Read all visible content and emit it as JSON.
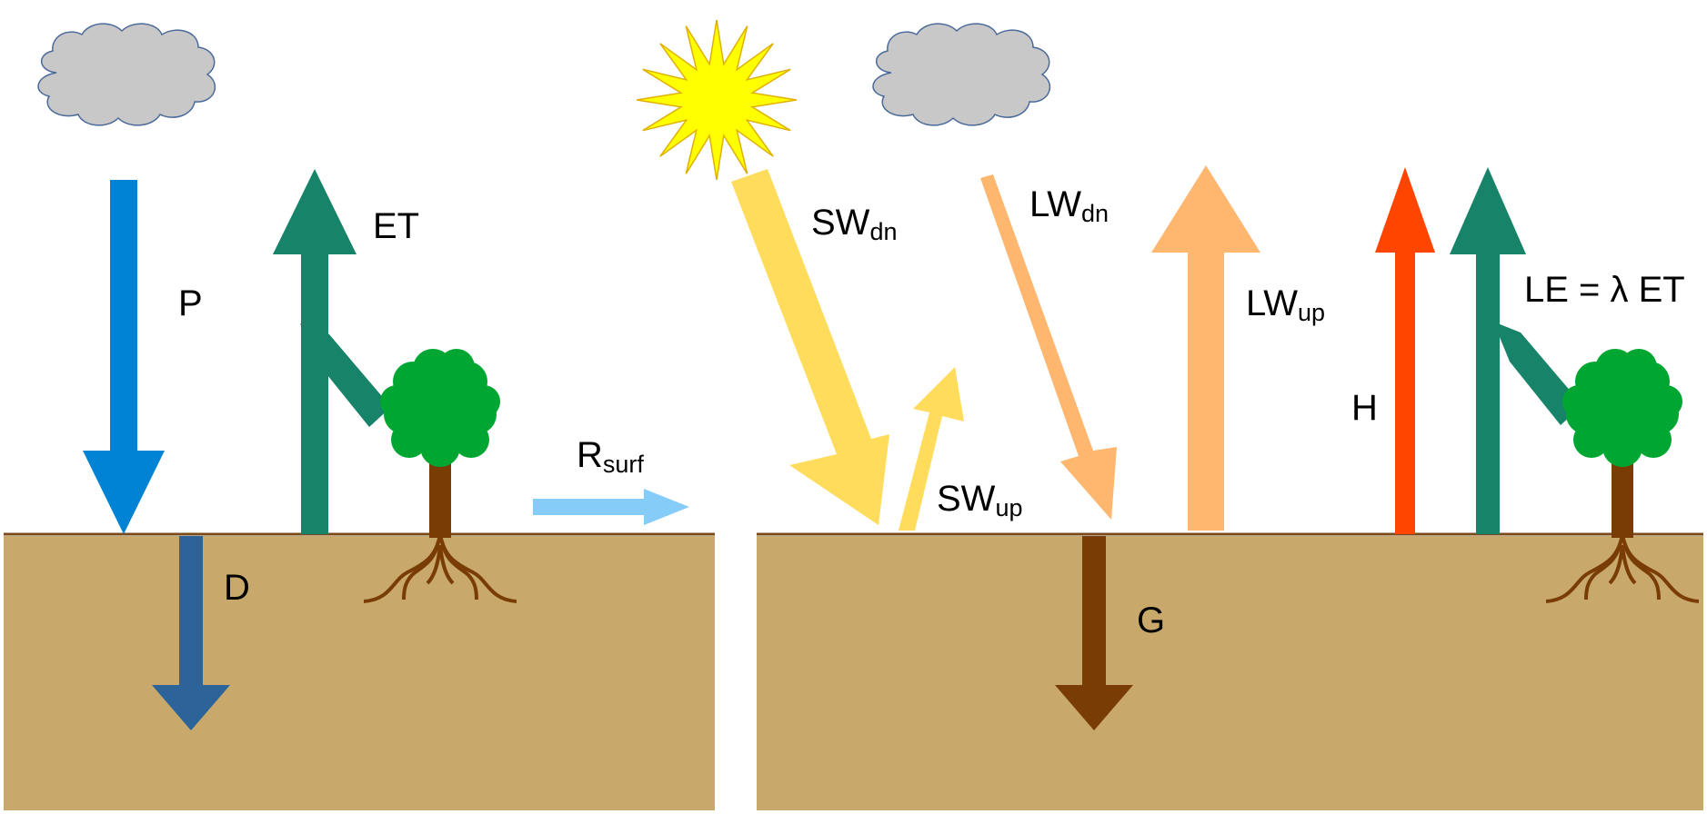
{
  "colors": {
    "soil": "#c8a96b",
    "soil_line": "#7a4a1a",
    "cloud": "#c8c8c8",
    "cloud_stroke": "#4a6a9a",
    "sun": "#ffff00",
    "sun_stroke": "#e0b000",
    "precip": "#0083d4",
    "drainage": "#2c6399",
    "et": "#178469",
    "runoff": "#86ccf9",
    "shortwave": "#ffdc5c",
    "longwave": "#ffb66e",
    "sensible_heat": "#ff4500",
    "ground_heat": "#7a3c05",
    "tree_canopy": "#00a632",
    "tree_trunk": "#7a3c05"
  },
  "left_panel": {
    "precip": {
      "label": "P"
    },
    "evapotranspiration": {
      "label": "ET"
    },
    "drainage": {
      "label": "D"
    },
    "runoff": {
      "label": "R",
      "sub": "surf"
    }
  },
  "right_panel": {
    "sw_down": {
      "label": "SW",
      "sub": "dn"
    },
    "sw_up": {
      "label": "SW",
      "sub": "up"
    },
    "lw_down": {
      "label": "LW",
      "sub": "dn"
    },
    "lw_up": {
      "label": "LW",
      "sub": "up"
    },
    "sensible_heat": {
      "label": "H"
    },
    "latent_heat": {
      "label": "LE = λ ET"
    },
    "ground_heat": {
      "label": "G"
    }
  },
  "icons": [
    "cloud-icon",
    "sun-icon",
    "tree-icon"
  ]
}
